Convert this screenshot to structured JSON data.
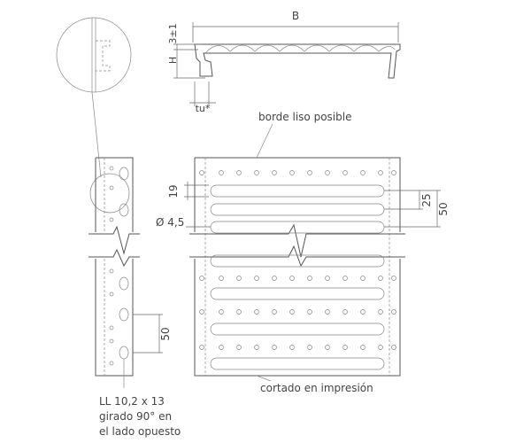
{
  "labels": {
    "width": "B",
    "height": "H",
    "height_tol": "3±1",
    "thickness": "tu*",
    "edge_note": "borde liso posible",
    "dim_19": "19",
    "dim_25": "25",
    "dim_50_right": "50",
    "dim_hole": "Ø 4,5",
    "dim_50_left": "50",
    "cut_note": "cortado en impresión",
    "slot_note_1": "LL 10,2 x 13",
    "slot_note_2": "girado 90° en",
    "slot_note_3": "el lado opuesto"
  }
}
